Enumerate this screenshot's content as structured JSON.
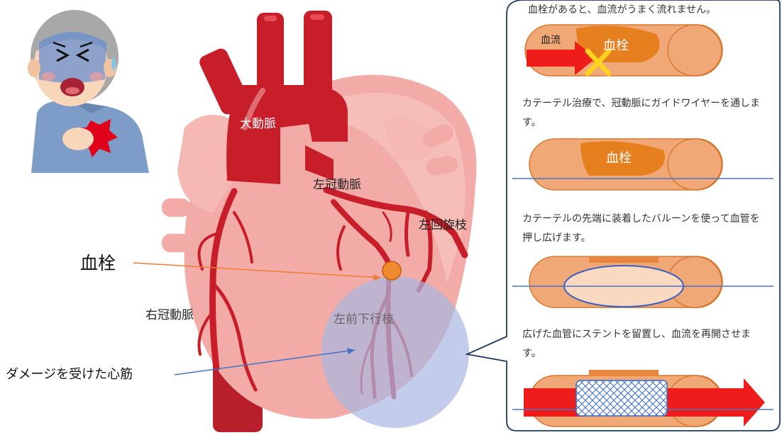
{
  "labels": {
    "aorta": "大動脈",
    "left_coronary": "左冠動脈",
    "circumflex": "左回旋枝",
    "right_coronary": "右冠動脈",
    "lad": "左前下行枝",
    "thrombus": "血栓",
    "damaged_muscle": "ダメージを受けた心筋"
  },
  "panel": {
    "steps": [
      {
        "text": "血栓があると、血流がうまく流れません。"
      },
      {
        "text": "カテーテル治療で、冠動脈にガイドワイヤーを通します。"
      },
      {
        "text": "カテーテルの先端に装着したバルーンを使って血管を押し広げます。"
      },
      {
        "text": "広げた血管にステントを留置し、血流を再開させます。"
      }
    ],
    "flow_label": "血流",
    "clot_label_1": "血栓",
    "clot_label_2": "血栓"
  },
  "colors": {
    "artery": "#c81e2a",
    "heart": "#f2aba6",
    "vessel": "#f0a877",
    "arrow": "#ef1c1c",
    "wire": "#4a74c9",
    "clot_dot": "#ef8a2e",
    "damage_zone": "#aab8e2"
  }
}
